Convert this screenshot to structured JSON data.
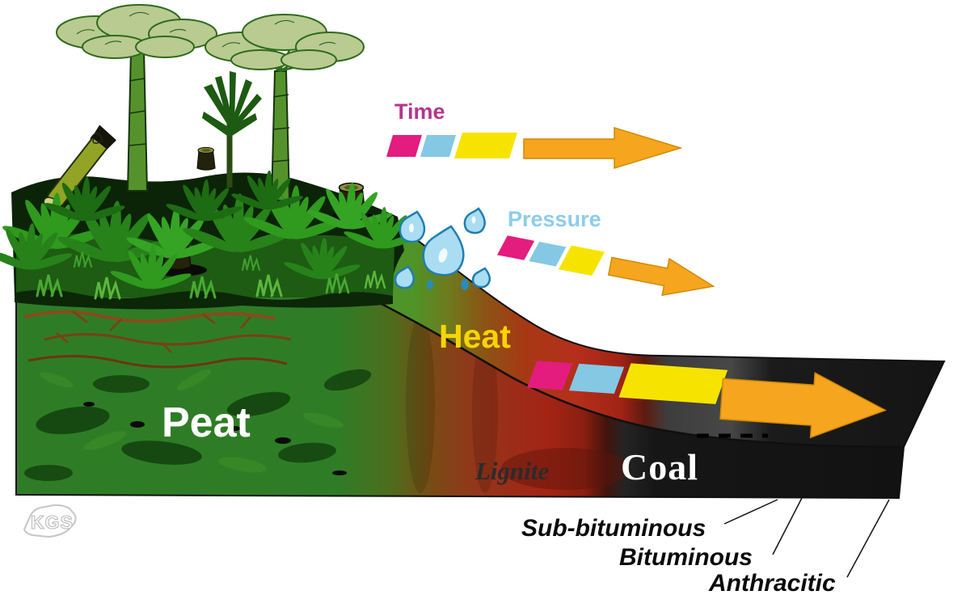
{
  "diagram": {
    "process_labels": {
      "time": "Time",
      "pressure": "Pressure",
      "heat": "Heat"
    },
    "stage_labels": {
      "peat": "Peat",
      "lignite": "Lignite",
      "coal": "Coal"
    },
    "coal_ranks": [
      "Sub-bituminous",
      "Bituminous",
      "Anthracitic"
    ],
    "logo_text": "KGS",
    "colors": {
      "time_magenta": "#b5338f",
      "pressure_blue": "#8ccde9",
      "heat_yellow": "#f8d405",
      "arrow_orange": "#f6a51f",
      "segment_pink": "#e31c7e",
      "segment_blue": "#84c8e4",
      "segment_yellow": "#f6e400",
      "peat_green": "#2e7d26",
      "lignite_red": "#a32415",
      "coal_black": "#141414"
    }
  }
}
